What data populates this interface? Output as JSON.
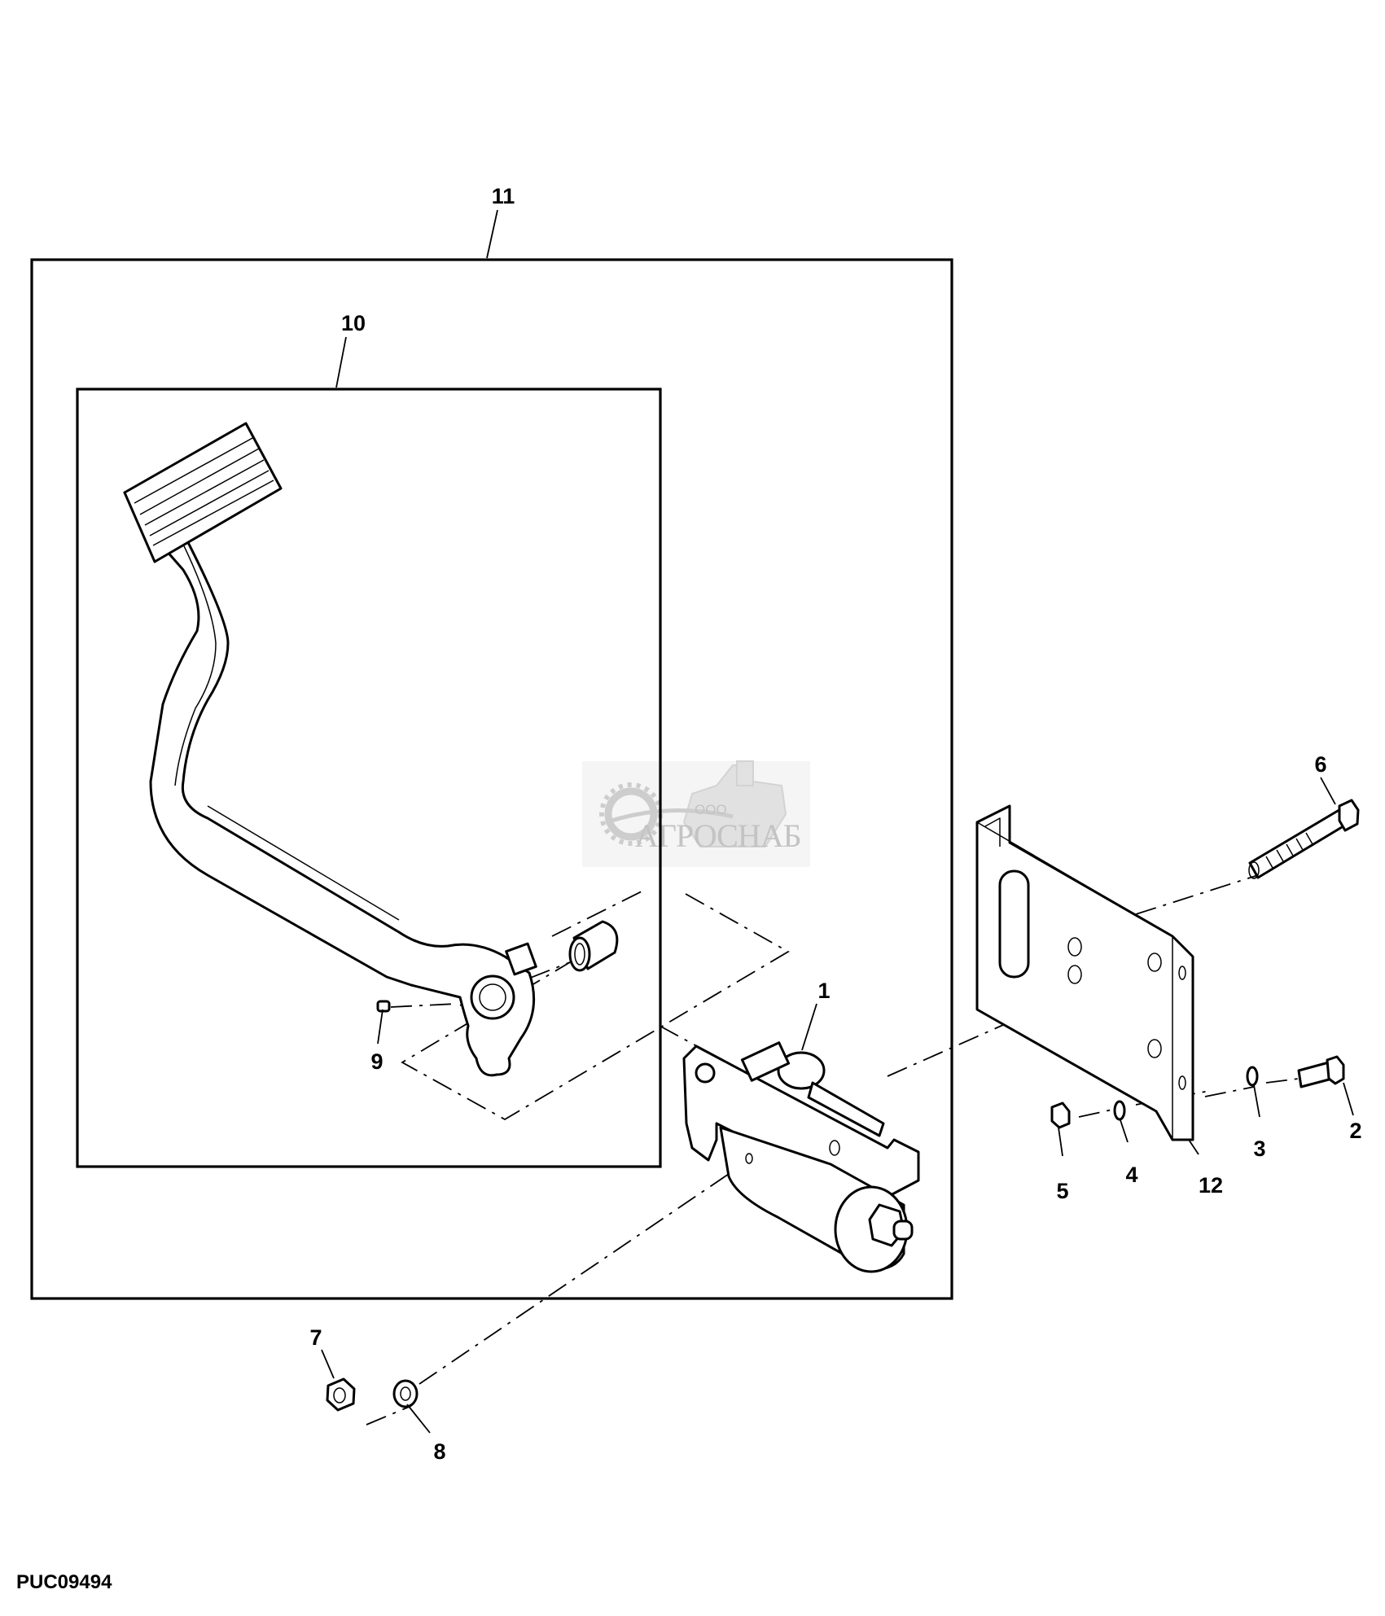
{
  "figure": {
    "id": "PUC09494",
    "type": "exploded parts diagram",
    "subject": "brake pedal and master cylinder assembly"
  },
  "callouts": [
    {
      "number": "1",
      "part": "master cylinder"
    },
    {
      "number": "2",
      "part": "cap screw"
    },
    {
      "number": "3",
      "part": "lock washer"
    },
    {
      "number": "4",
      "part": "lock washer"
    },
    {
      "number": "5",
      "part": "nut"
    },
    {
      "number": "6",
      "part": "cap screw"
    },
    {
      "number": "7",
      "part": "lock nut"
    },
    {
      "number": "8",
      "part": "washer"
    },
    {
      "number": "9",
      "part": "grease fitting"
    },
    {
      "number": "10",
      "part": "brake pedal (kit)"
    },
    {
      "number": "11",
      "part": "pedal and cylinder assembly (kit)"
    },
    {
      "number": "12",
      "part": "mounting bracket"
    }
  ],
  "watermark": {
    "prefix": "ООО",
    "name": "АГРОСНАБ",
    "color": "#bdbdbd"
  },
  "colors": {
    "line": "#000000",
    "background": "#ffffff"
  }
}
